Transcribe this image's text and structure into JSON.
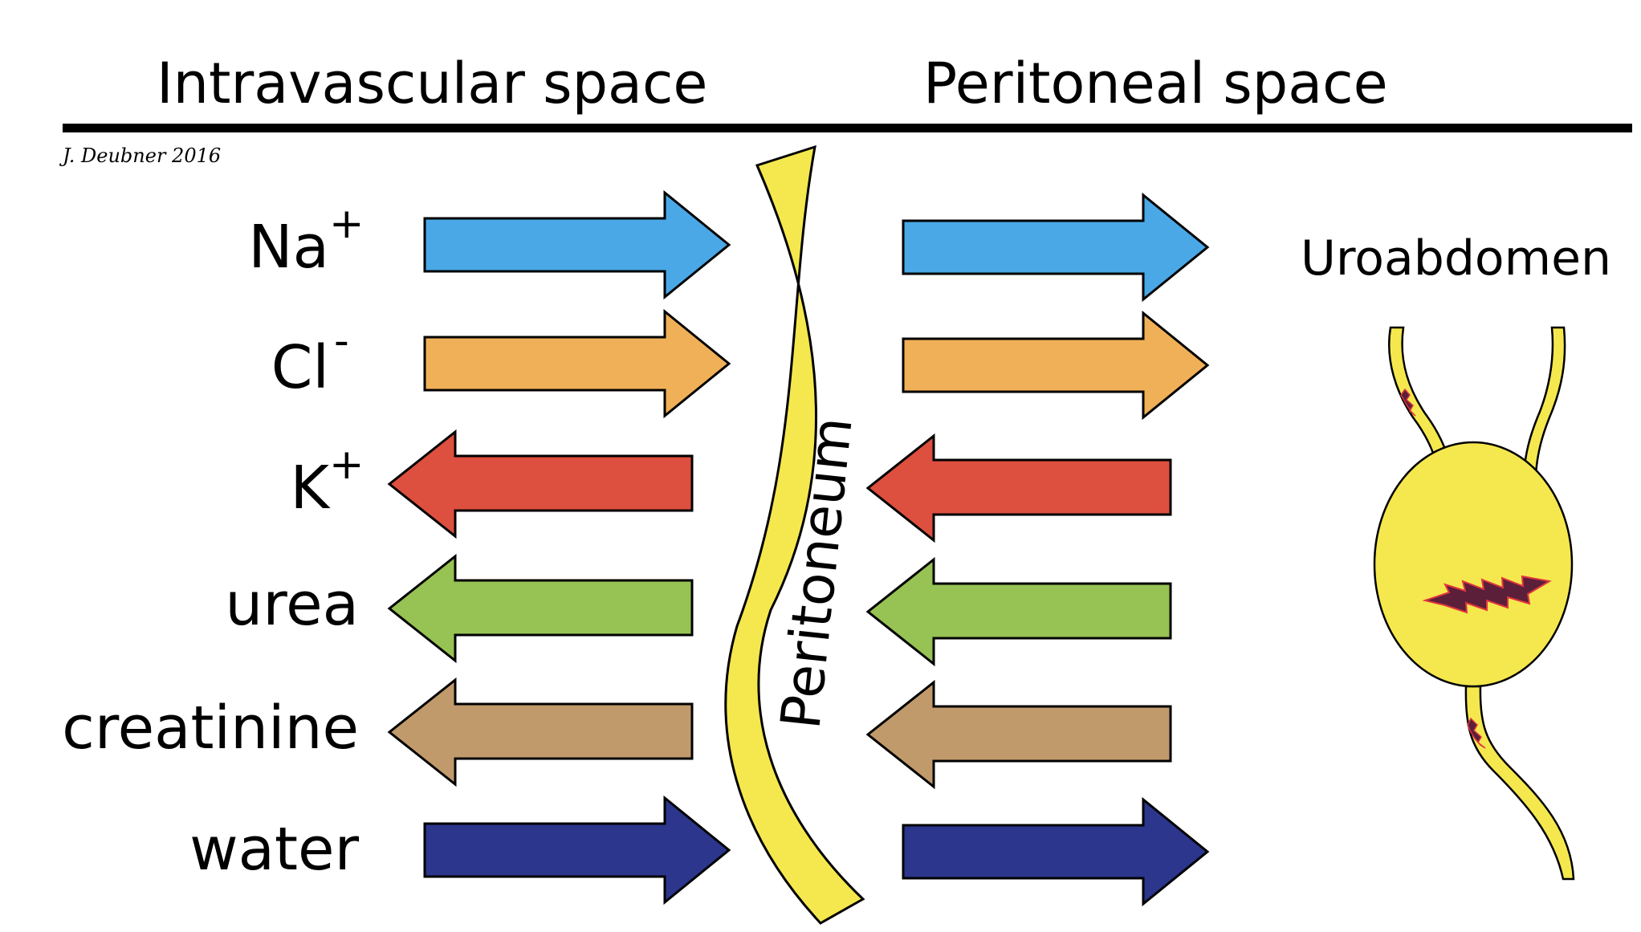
{
  "header": {
    "left_title": "Intravascular space",
    "right_title": "Peritoneal space"
  },
  "credit": "J. Deubner 2016",
  "membrane_label": "Peritoneum",
  "organ_label": "Uroabdomen",
  "solutes": [
    {
      "name": "Na",
      "superscript": "+",
      "direction": "right",
      "color": "#4aa8e6"
    },
    {
      "name": "Cl",
      "superscript": "-",
      "direction": "right",
      "color": "#f0b058"
    },
    {
      "name": "K",
      "superscript": "+",
      "direction": "left",
      "color": "#dd4f3e"
    },
    {
      "name": "urea",
      "superscript": "",
      "direction": "left",
      "color": "#97c254"
    },
    {
      "name": "creatinine",
      "superscript": "",
      "direction": "left",
      "color": "#c19a6b"
    },
    {
      "name": "water",
      "superscript": "",
      "direction": "right",
      "color": "#2b368c"
    }
  ],
  "colors": {
    "membrane": "#f5e84e",
    "rupture": "#5b1f3a"
  }
}
